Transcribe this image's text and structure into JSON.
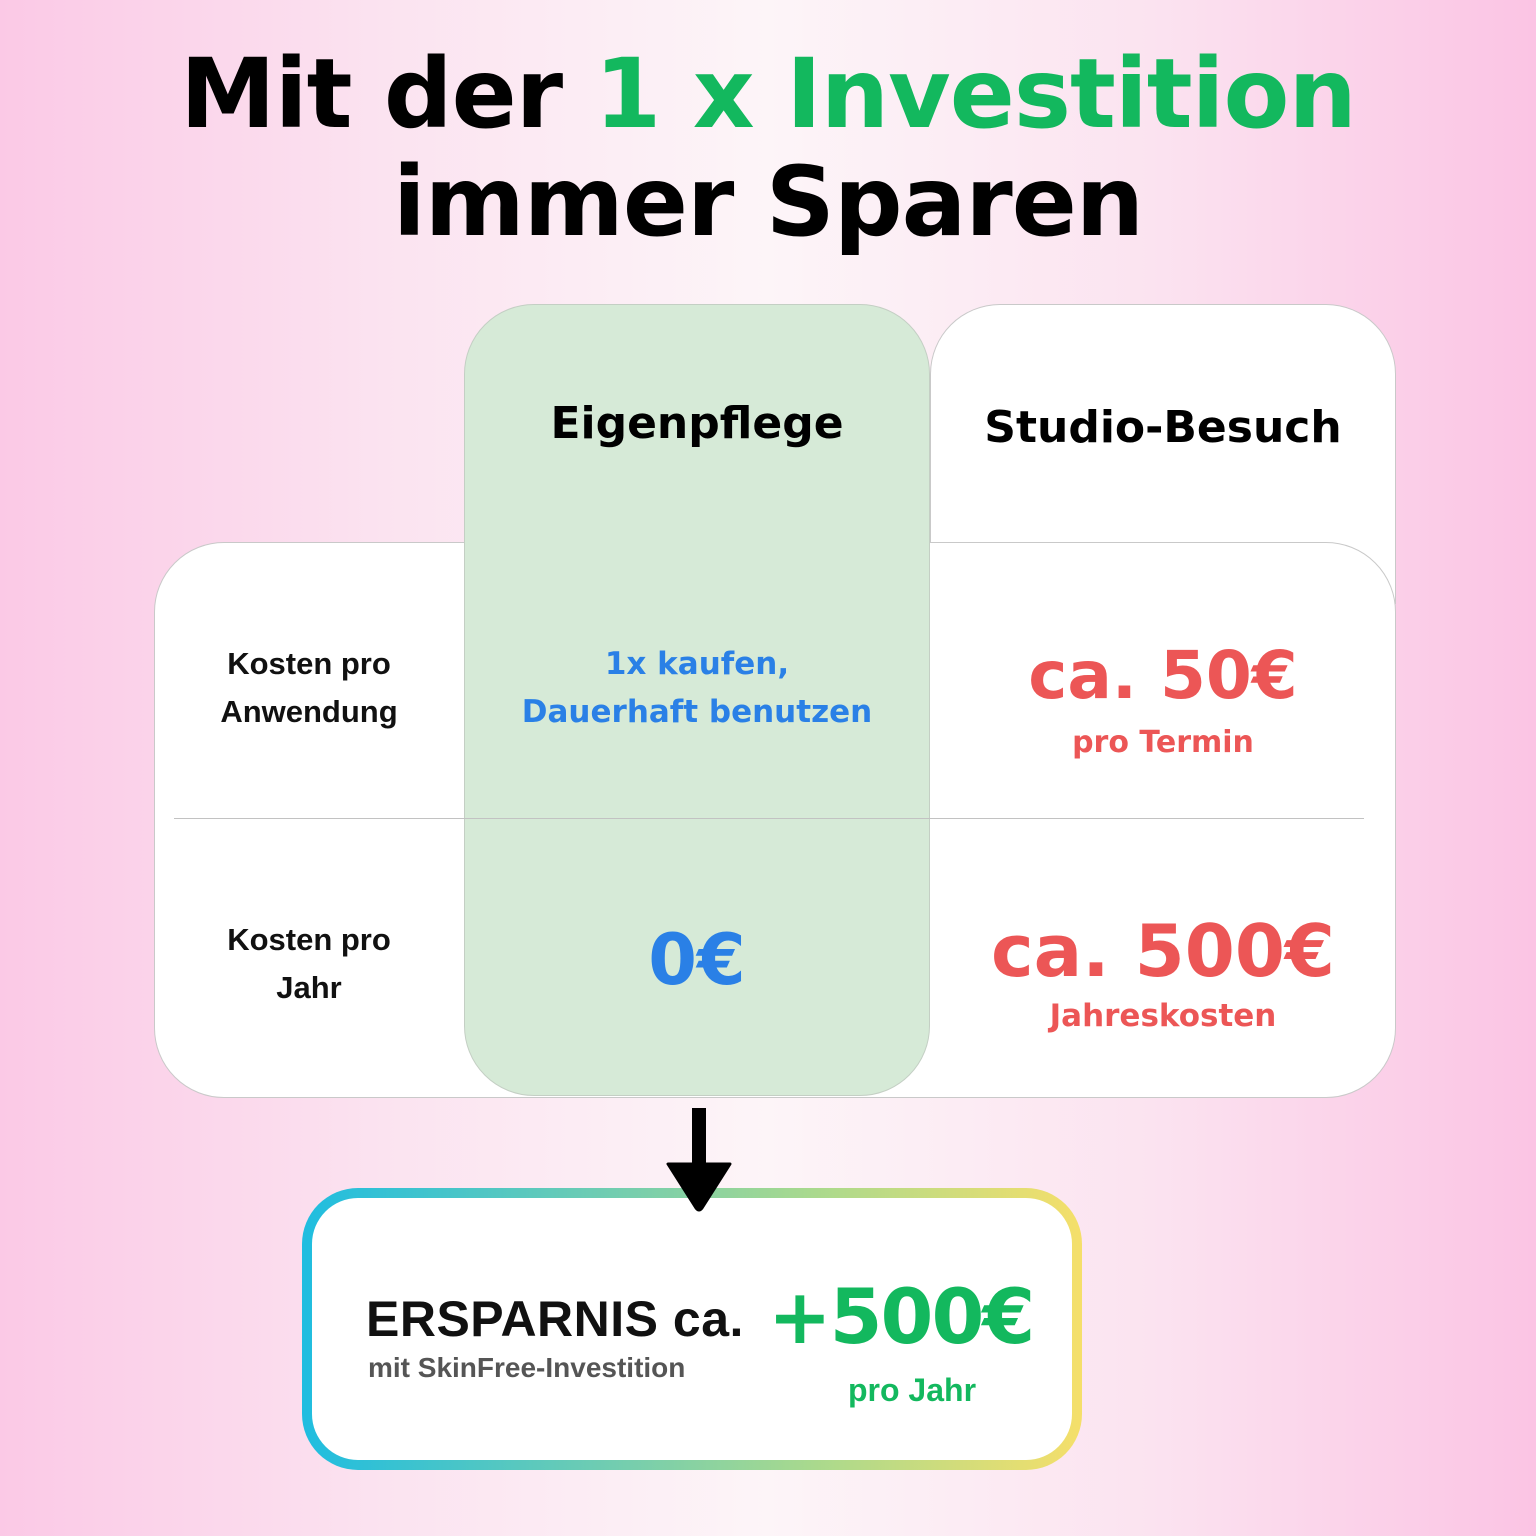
{
  "headline": {
    "line1_prefix": "Mit der ",
    "line1_accent": "1 x Investition",
    "line2": "immer Sparen",
    "accent_color": "#13b85e"
  },
  "comparison": {
    "columns": [
      {
        "label": "Eigenpflege",
        "background": "#d6ead7"
      },
      {
        "label": "Studio-Besuch",
        "background": "#ffffff"
      }
    ],
    "rows": [
      {
        "label_line1": "Kosten pro",
        "label_line2": "Anwendung",
        "eigenpflege_line1": "1x kaufen,",
        "eigenpflege_line2": "Dauerhaft benutzen",
        "studio_value": "ca. 50€",
        "studio_caption": "pro Termin"
      },
      {
        "label_line1": "Kosten pro",
        "label_line2": "Jahr",
        "eigenpflege_value": "0€",
        "studio_value": "ca. 500€",
        "studio_caption": "Jahreskosten"
      }
    ],
    "colors": {
      "eigenpflege_text": "#2a80e6",
      "studio_text": "#ec5656"
    }
  },
  "arrow": {
    "icon": "arrow-down-icon"
  },
  "savings": {
    "title": "ERSPARNIS ca.",
    "subtitle": "mit SkinFree-Investition",
    "amount": "+500€",
    "period": "pro Jahr",
    "amount_color": "#13b85e",
    "border_gradient": [
      "#1fbde0",
      "#a8d98e",
      "#f5df6a"
    ]
  }
}
